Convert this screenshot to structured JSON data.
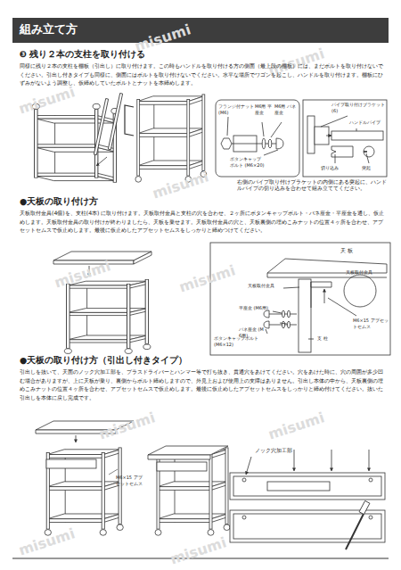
{
  "diagram": {
    "title": "組み立て方",
    "labels": [
      "❸ 残り２本の支柱を取り付ける",
      "同様に残り２本の支柱を棚板（引出し）に取り付けます。この時もハンドルを取り付ける方の側面（最上段の棚板）には、まだボルトを取り付けないでください。引出し付きタイプも同様に、側面にはボルトを取り付けないでください。水平な場所でワゴンを起こし、ハンドルを取り付けます。棚板にひずみがないよう調整し、仮締めしていたボルトとナットを本締めします。",
      "フランジ付ナット (M6)",
      "M6用 平座金",
      "M6用 バネ座金",
      "ボタンキャップ ボルト (M6×20)",
      "パイプ取り付けブラケット (6)",
      "ハンドルパイプ",
      "切り込み",
      "突起",
      "右側のパイプ取り付けブラケットの内側にある突起に、ハンドルパイプの切り込みを合わせて組み立ててください。",
      "●天板の取り付け方",
      "天板取付金具(4個)を、支柱(4本) に取り付けます。天板取付金具と支柱の穴を合わせ、２ヶ所にボタンキャップボルト・バネ座金・平座金を通し、仮止めします。天板取付金具の取り付けが終わりましたら、天板を乗せます。天板取付金具の穴と、天板裏側の埋めこみナットの位置４ヶ所を合わせ、アプセットセムスで仮止めします。最後に仮止めしたアプセットセムスをしっかりと締めつけてください。",
      "天 板",
      "天板取付金具",
      "平座金 (M6用)",
      "バネ座金 (M6用)",
      "ボタンキャップボルト (M6×12)",
      "支 柱",
      "天板取付金具",
      "M6×15 アプセットセムス",
      "●天板の取り付け方（引出し付きタイプ）",
      "引出しを抜いて、天面のノック穴加工部を、プラスドライバーとハンマー等で打ち抜き、貫通穴をあけてください。穴をあけた時に、穴の周囲が多少凹む場合がありますが、上に天板が乗り、裏側からボルト締めしますので、外見上および使用上の支障はありません。引出し本体の中から、天板裏側の埋めこみナットの位置４ヶ所を合わせ、アプセットセムスで仮止めします。最後に仮止めしたアプセットセムスをしっかりと締め付けてください。抜いた引出しを本体に戻し完成です。",
      "M6×15 アプセットセムス",
      "ノック穴加工部",
      "misumi",
      "misumi",
      "misumi",
      "misumi",
      "misumi",
      "misumi",
      "misumi",
      "misumi",
      "misumi",
      "misumi"
    ]
  }
}
